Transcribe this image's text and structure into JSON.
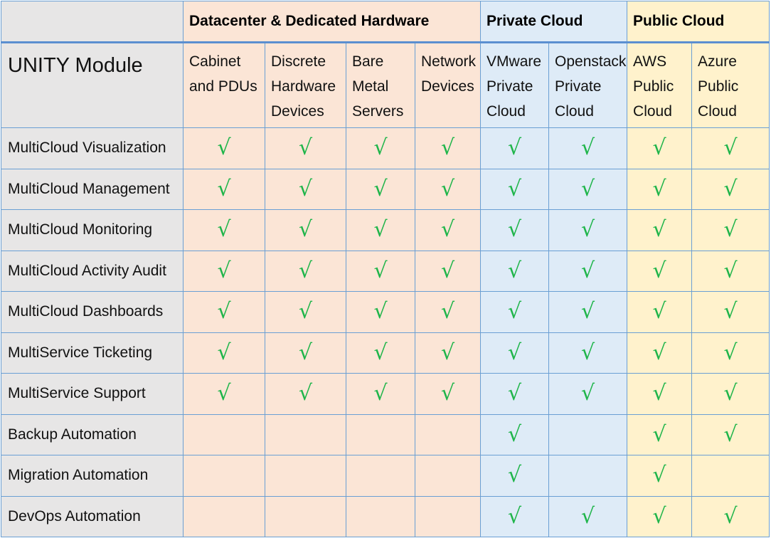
{
  "groups": [
    {
      "label": "",
      "span": 1,
      "cls": "gray"
    },
    {
      "label": "Datacenter & Dedicated Hardware",
      "span": 4,
      "cls": "dc"
    },
    {
      "label": "Private Cloud",
      "span": 2,
      "cls": "priv"
    },
    {
      "label": "Public Cloud",
      "span": 2,
      "cls": "pub"
    }
  ],
  "module_header": "UNITY Module",
  "columns": [
    {
      "label": [
        "Cabinet",
        "and PDUs"
      ],
      "cls": "dc"
    },
    {
      "label": [
        "Discrete",
        "Hardware",
        "Devices"
      ],
      "cls": "dc"
    },
    {
      "label": [
        "Bare",
        "Metal",
        "Servers"
      ],
      "cls": "dc"
    },
    {
      "label": [
        "Network",
        "Devices"
      ],
      "cls": "dc"
    },
    {
      "label": [
        "VMware",
        "Private",
        "Cloud"
      ],
      "cls": "priv"
    },
    {
      "label": [
        "Openstack",
        "Private",
        "Cloud"
      ],
      "cls": "priv"
    },
    {
      "label": [
        "AWS",
        "Public",
        "Cloud"
      ],
      "cls": "pub"
    },
    {
      "label": [
        "Azure",
        "Public",
        "Cloud"
      ],
      "cls": "pub"
    }
  ],
  "check_symbol": "√",
  "check_color": "#1fb54a",
  "rows": [
    {
      "module": "MultiCloud Visualization",
      "checks": [
        true,
        true,
        true,
        true,
        true,
        true,
        true,
        true
      ]
    },
    {
      "module": "MultiCloud Management",
      "checks": [
        true,
        true,
        true,
        true,
        true,
        true,
        true,
        true
      ]
    },
    {
      "module": "MultiCloud Monitoring",
      "checks": [
        true,
        true,
        true,
        true,
        true,
        true,
        true,
        true
      ]
    },
    {
      "module": "MultiCloud Activity Audit",
      "checks": [
        true,
        true,
        true,
        true,
        true,
        true,
        true,
        true
      ]
    },
    {
      "module": "MultiCloud Dashboards",
      "checks": [
        true,
        true,
        true,
        true,
        true,
        true,
        true,
        true
      ]
    },
    {
      "module": "MultiService Ticketing",
      "checks": [
        true,
        true,
        true,
        true,
        true,
        true,
        true,
        true
      ]
    },
    {
      "module": "MultiService Support",
      "checks": [
        true,
        true,
        true,
        true,
        true,
        true,
        true,
        true
      ]
    },
    {
      "module": "Backup Automation",
      "checks": [
        false,
        false,
        false,
        false,
        true,
        false,
        true,
        true
      ]
    },
    {
      "module": "Migration Automation",
      "checks": [
        false,
        false,
        false,
        false,
        true,
        false,
        true,
        false
      ]
    },
    {
      "module": "DevOps Automation",
      "checks": [
        false,
        false,
        false,
        false,
        true,
        true,
        true,
        true
      ]
    }
  ]
}
